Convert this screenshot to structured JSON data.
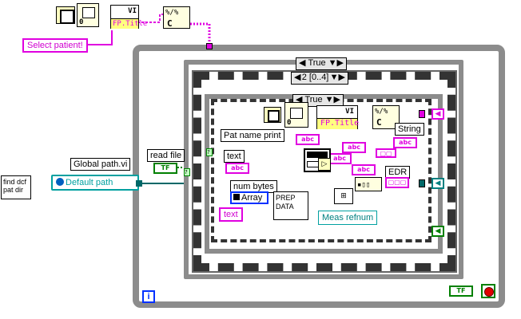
{
  "top": {
    "select_patient": "Select patient!",
    "fp_title": "FP.Title",
    "vi_label": "VI"
  },
  "left": {
    "find_dcf": "find dcf pat dir",
    "global_path": "Global path.vi",
    "default_path": "Default path",
    "read_file": "read file",
    "bool_tf": "TF"
  },
  "case_outer": {
    "selector": "True"
  },
  "sequence": {
    "selector": "2 [0..4]"
  },
  "case_inner": {
    "selector": "True"
  },
  "inner": {
    "vi_label": "VI",
    "fp_title": "FP.Title",
    "string": "String",
    "pat_name_print": "Pat name print",
    "text1": "text",
    "abc": "abc",
    "num_bytes": "num bytes",
    "array": "Array",
    "text2": "text",
    "prep_data": "PREP DATA",
    "meas_refnum": "Meas refnum",
    "edr": "EDR",
    "c_label": "C",
    "zero": "0"
  },
  "loop": {
    "iteration": "i",
    "stop_tf": "TF"
  }
}
